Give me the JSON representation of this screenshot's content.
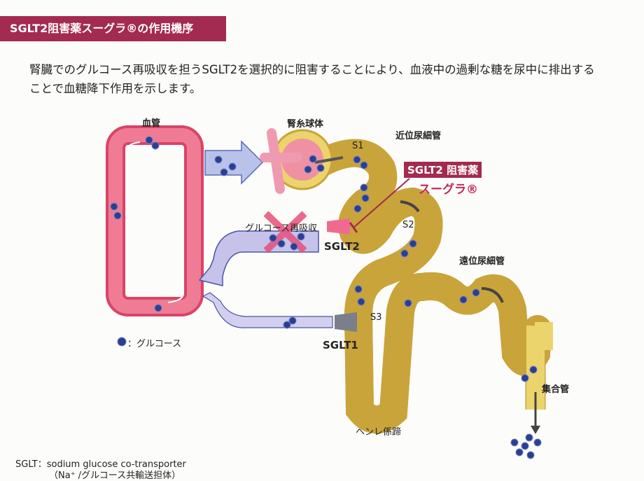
{
  "header": {
    "title": "SGLT2阻害薬スーグラ®の作用機序"
  },
  "description": [
    "腎臓でのグルコース再吸収を担うSGLT2を選択的に阻害することにより、血液中の過剰な糖を尿中に排出する",
    "ことで血糖降下作用を示します。"
  ],
  "diagram": {
    "blood_vessel": "血管",
    "glomerulus": "腎糸球体",
    "proximal_tubule": "近位尿細管",
    "s1": "S1",
    "s2": "S2",
    "s3": "S3",
    "drug_label": "SGLT2 阻害薬",
    "drug_name": "スーグラ®",
    "reabsorption": "グルコース再吸収",
    "sglt2": "SGLT2",
    "sglt1": "SGLT1",
    "distal_tubule": "遠位尿細管",
    "collecting_duct": "集合管",
    "loop_of_henle": "ヘンレ係蹄",
    "legend_glucose": "：グルコース"
  },
  "footnote": {
    "line1": "SGLT：sodium glucose co-transporter",
    "line2": "（Na⁺ /グルコース共輸送担体）"
  },
  "colors": {
    "header": "#a32a50",
    "vessel": "#e8607c",
    "tubule": "#ebd266",
    "glucose": "#2c3f8c",
    "arrow": "#b7b9e6"
  }
}
